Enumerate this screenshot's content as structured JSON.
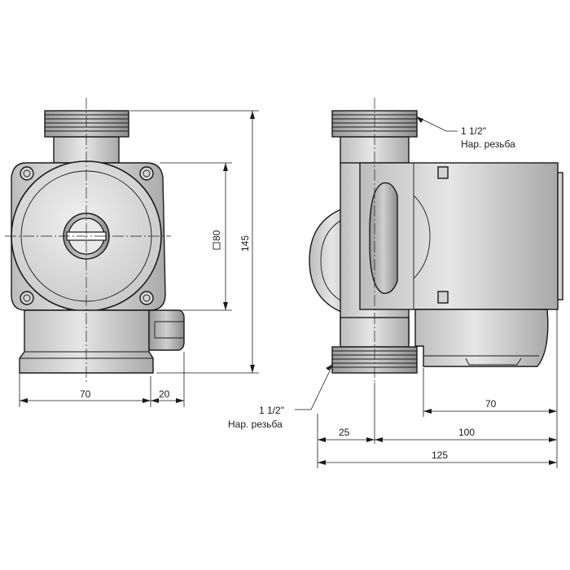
{
  "dimensions": {
    "front_width": "70",
    "front_offset": "20",
    "front_height": "145",
    "square": "80",
    "side_left": "25",
    "side_middle": "100",
    "side_total": "125",
    "side_motor": "70"
  },
  "labels": {
    "thread_top_size": "1 1/2\"",
    "thread_top_type": "Нар. резьба",
    "thread_bottom_size": "1 1/2\"",
    "thread_bottom_type": "Нар. резьба"
  }
}
